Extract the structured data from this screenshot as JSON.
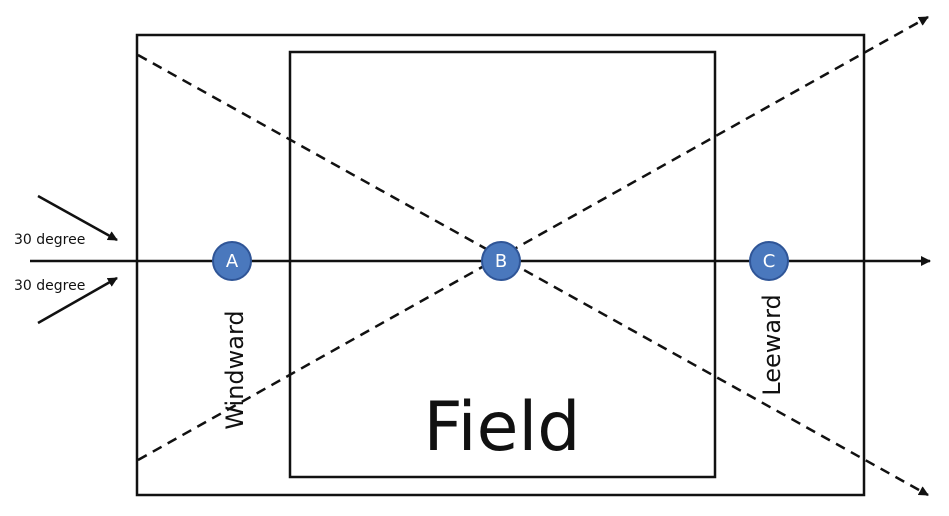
{
  "angle_labels": {
    "upper": "30 degree",
    "lower": "30 degree"
  },
  "points": {
    "a": "A",
    "b": "B",
    "c": "C"
  },
  "side_labels": {
    "windward": "Windward",
    "leeward": "Leeward"
  },
  "field_label": "Field",
  "colors": {
    "point_fill": "#4a78bd",
    "point_stroke": "#2f5597",
    "line": "#111111"
  }
}
